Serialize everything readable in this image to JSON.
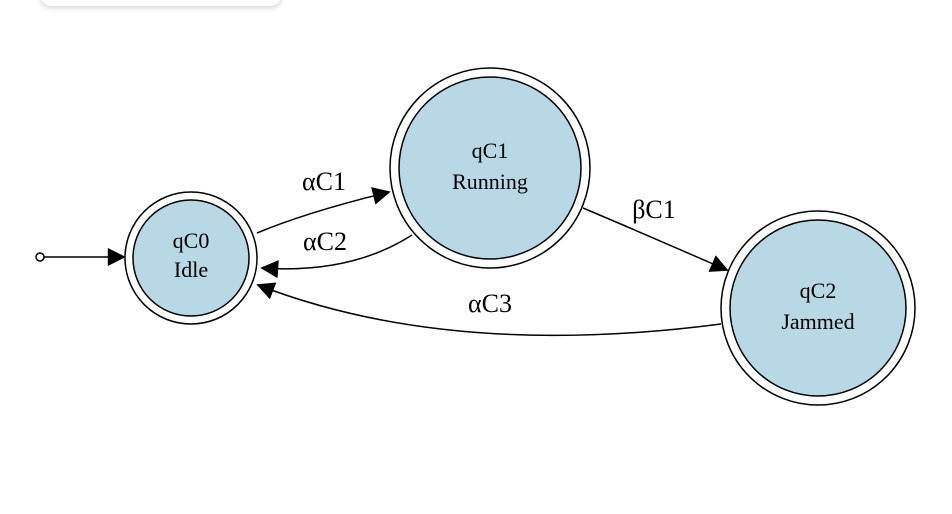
{
  "diagram": {
    "states": [
      {
        "id": "qC0",
        "name": "qC0",
        "label": "Idle",
        "initial": true
      },
      {
        "id": "qC1",
        "name": "qC1",
        "label": "Running"
      },
      {
        "id": "qC2",
        "name": "qC2",
        "label": "Jammed"
      }
    ],
    "transitions": [
      {
        "from": "qC0",
        "to": "qC1",
        "label": "αC1"
      },
      {
        "from": "qC1",
        "to": "qC0",
        "label": "αC2"
      },
      {
        "from": "qC1",
        "to": "qC2",
        "label": "βC1"
      },
      {
        "from": "qC2",
        "to": "qC0",
        "label": "αC3"
      }
    ],
    "colors": {
      "state_fill": "#b8d8e6",
      "stroke": "#000000",
      "background": "#ffffff"
    }
  }
}
